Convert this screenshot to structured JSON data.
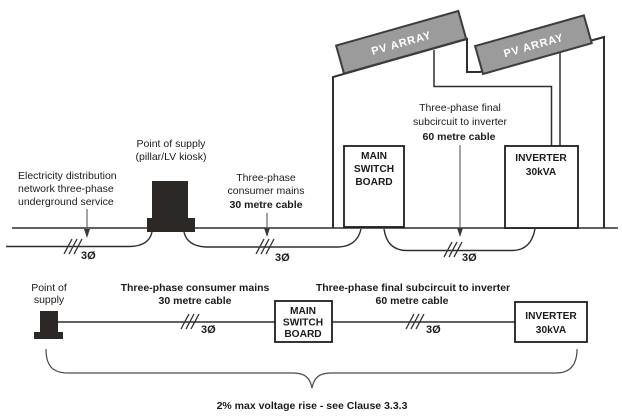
{
  "figure": {
    "caption": "2% max voltage rise - see Clause 3.3.3"
  },
  "upper": {
    "pv_array_1": "PV ARRAY",
    "pv_array_2": "PV ARRAY",
    "point_of_supply": {
      "line1": "Point of supply",
      "line2": "(pillar/LV kiosk)"
    },
    "distribution": {
      "line1": "Electricity distribution",
      "line2": "network three-phase",
      "line3": "underground service"
    },
    "consumer_mains": {
      "line1": "Three-phase",
      "line2": "consumer mains",
      "cable": "30 metre cable"
    },
    "subcircuit": {
      "line1": "Three-phase final",
      "line2": "subcircuit to inverter",
      "cable": "60 metre cable"
    },
    "main_switchboard": {
      "line1": "MAIN",
      "line2": "SWITCH",
      "line3": "BOARD"
    },
    "inverter": {
      "line1": "INVERTER",
      "line2": "30kVA"
    },
    "phase": {
      "service": "3Ø",
      "mains": "3Ø",
      "subcircuit": "3Ø"
    }
  },
  "lower": {
    "point_of_supply": {
      "line1": "Point of",
      "line2": "supply"
    },
    "consumer_mains": {
      "line1": "Three-phase consumer mains",
      "cable": "30 metre cable"
    },
    "subcircuit": {
      "line1": "Three-phase final subcircuit to inverter",
      "cable": "60 metre cable"
    },
    "main_switchboard": {
      "line1": "MAIN",
      "line2": "SWITCH",
      "line3": "BOARD"
    },
    "inverter": {
      "line1": "INVERTER",
      "line2": "30kVA"
    },
    "phase": {
      "mains": "3Ø",
      "subcircuit": "3Ø"
    }
  },
  "colors": {
    "background": "#ffffff",
    "line": "#2e2e2e",
    "text": "#1b1b1b",
    "pv_panel_fill": "#9b9b9b",
    "pv_panel_border": "#3c3c3c",
    "pv_text": "#ffffff",
    "pillar_fill": "#2b2826"
  }
}
